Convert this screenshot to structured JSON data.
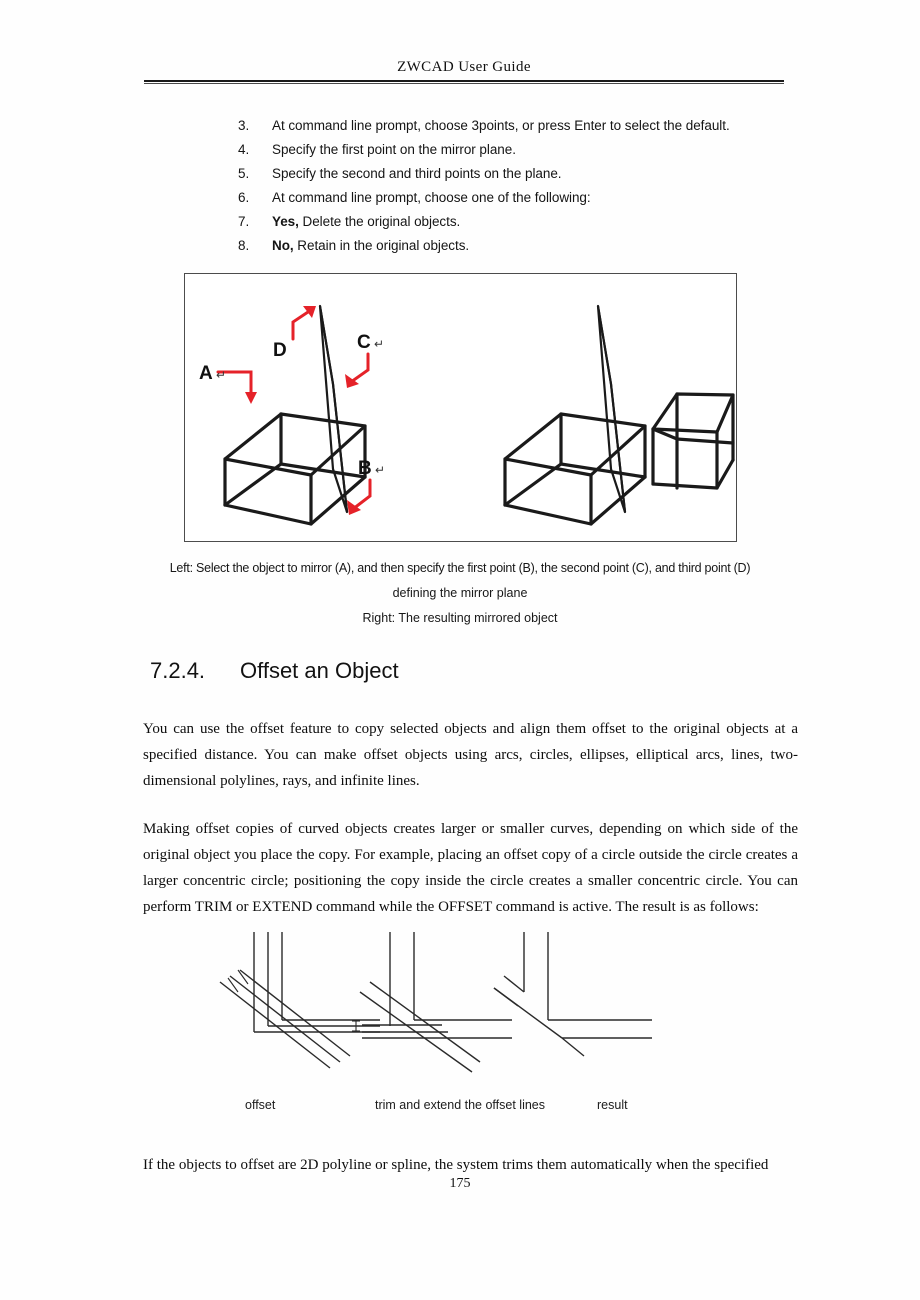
{
  "header": {
    "title": "ZWCAD User Guide"
  },
  "steps": [
    {
      "num": "3.",
      "text": "At command line prompt, choose 3points, or press Enter to select the default.",
      "bold_lead": ""
    },
    {
      "num": "4.",
      "text": "Specify the first point on the mirror plane.",
      "bold_lead": ""
    },
    {
      "num": "5.",
      "text": "Specify the second and third points on the plane.",
      "bold_lead": ""
    },
    {
      "num": "6.",
      "text": "At command line prompt, choose one of the following:",
      "bold_lead": ""
    },
    {
      "num": "7.",
      "text": " Delete the original objects.",
      "bold_lead": "Yes,"
    },
    {
      "num": "8.",
      "text": " Retain in the original objects.",
      "bold_lead": "No,"
    }
  ],
  "mirror_figure": {
    "labels": {
      "a": "A",
      "b": "B",
      "c": "C",
      "d": "D",
      "pilcrow": "↵"
    },
    "arrow_color": "#e52229",
    "line_color": "#1a1a1a",
    "border_color": "#4c4c4c"
  },
  "caption": {
    "line1": "Left: Select the object to mirror (A), and then specify the first point (B), the second point (C), and third point (D)",
    "line2": "defining the mirror plane",
    "line3": "Right: The resulting mirrored object"
  },
  "heading": {
    "number": "7.2.4.",
    "title": "Offset an Object"
  },
  "paragraphs": {
    "p1": "You can use the offset feature to copy selected objects and align them offset to the original objects at a specified distance. You can make offset objects using arcs, circles, ellipses, elliptical arcs, lines, two-dimensional polylines, rays, and infinite lines.",
    "p2": "Making offset copies of curved objects creates larger or smaller curves, depending on which side of the original object you place the copy. For example,  placing an offset copy of a circle outside the circle creates a larger concentric circle; positioning the copy inside the circle creates a smaller concentric circle. You can perform TRIM or EXTEND command while the OFFSET command is active. The result is as follows:",
    "p3": "If the objects to offset are 2D polyline or spline, the system trims them automatically when the specified"
  },
  "offset_figure": {
    "labels": {
      "offset": "offset",
      "trim": "trim and extend the offset lines",
      "result": "result"
    },
    "line_color": "#2a2a2a"
  },
  "page_number": "175"
}
